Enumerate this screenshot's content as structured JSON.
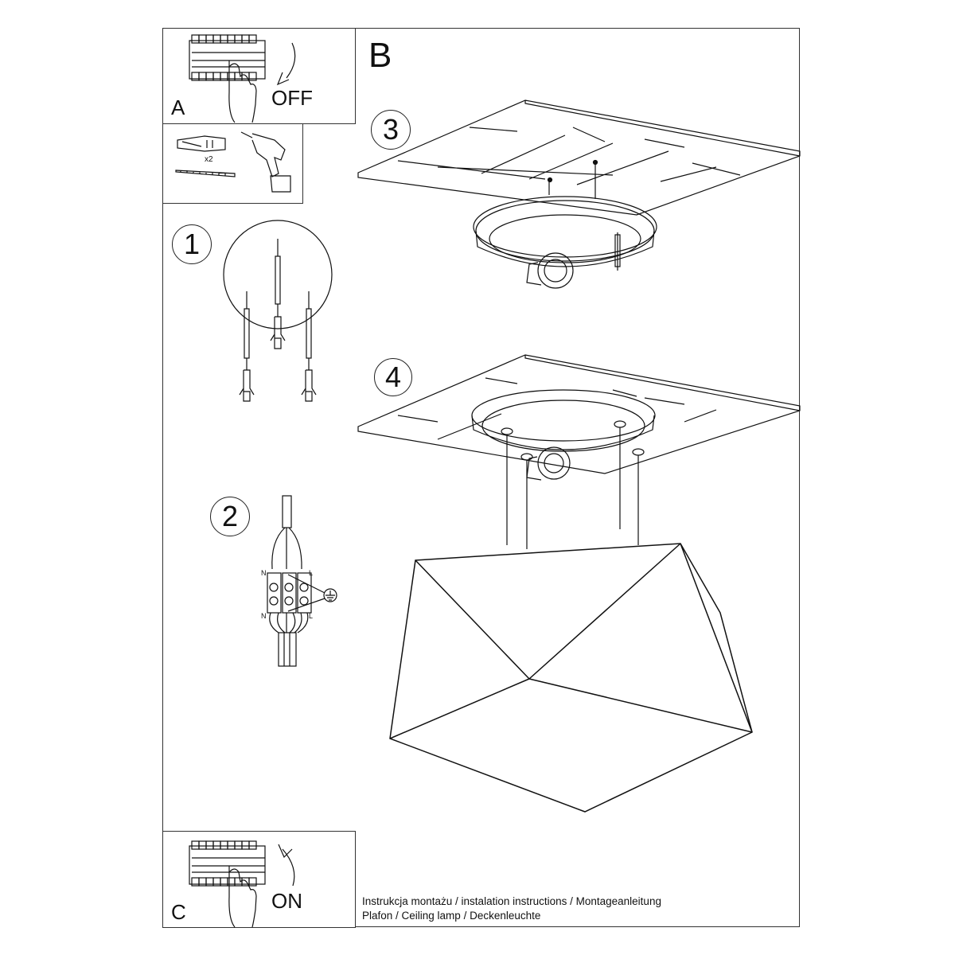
{
  "document": {
    "title_lines": [
      "Instrukcja montażu / instalation instructions / Montageanleitung",
      "Plafon / Ceiling lamp / Deckenleuchte"
    ]
  },
  "panels": {
    "A": {
      "letter": "A",
      "action": "OFF",
      "icon": "circuit-breaker-off"
    },
    "tools": {
      "quantity": "x2",
      "items": [
        "wall-plug",
        "screw",
        "drill"
      ]
    },
    "B": {
      "letter": "B"
    },
    "C": {
      "letter": "C",
      "action": "ON",
      "icon": "circuit-breaker-on"
    }
  },
  "steps": [
    {
      "number": "1",
      "description": "drill-and-insert-wall-plugs"
    },
    {
      "number": "2",
      "description": "wiring-connection",
      "terminal_labels": {
        "top_left": "N",
        "top_right": "L",
        "bottom_left": "N",
        "bottom_right": "L"
      },
      "ground_symbol": "earth-ground"
    },
    {
      "number": "3",
      "description": "mount-base-to-ceiling"
    },
    {
      "number": "4",
      "description": "attach-geometric-shade"
    }
  ],
  "colors": {
    "line": "#111111",
    "border": "#333333",
    "background": "#ffffff"
  }
}
